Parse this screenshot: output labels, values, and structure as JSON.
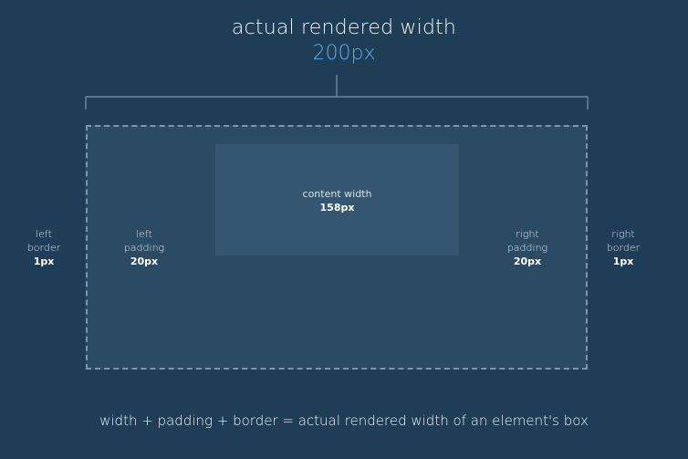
{
  "title": {
    "text": "actual rendered width",
    "value": "200px"
  },
  "content": {
    "label": "content width",
    "value": "158px"
  },
  "left_border": {
    "line1": "left",
    "line2": "border",
    "value": "1px"
  },
  "left_padding": {
    "line1": "left",
    "line2": "padding",
    "value": "20px"
  },
  "right_padding": {
    "line1": "right",
    "line2": "padding",
    "value": "20px"
  },
  "right_border": {
    "line1": "right",
    "line2": "border",
    "value": "1px"
  },
  "formula": "width + padding + border = actual rendered width of an element's box",
  "colors": {
    "background": "#1f3d56",
    "accent": "#4fb3e8",
    "box": "#2b4a63",
    "content": "#345670",
    "dashed_border": "#7e97aa"
  }
}
